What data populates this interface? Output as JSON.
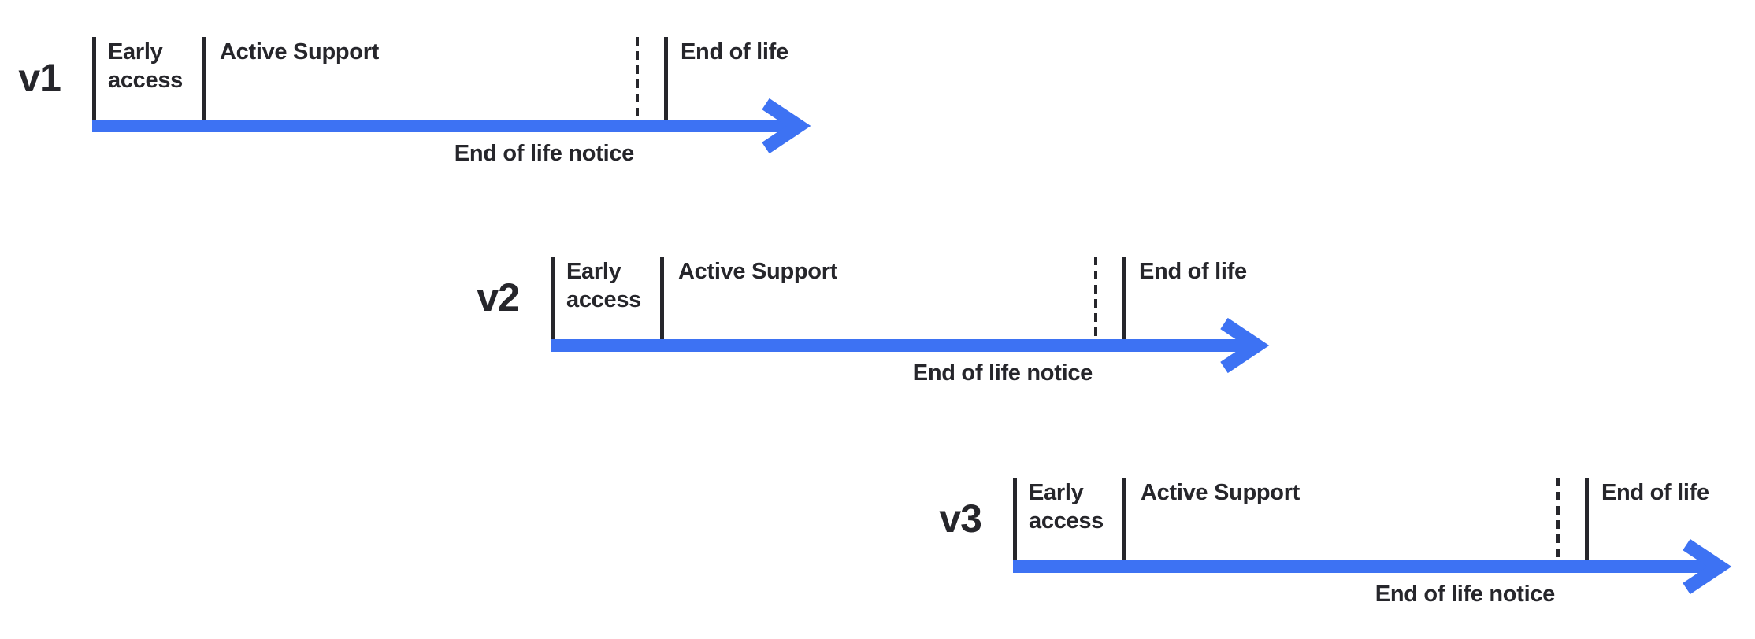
{
  "colors": {
    "arrow": "#3D72F3",
    "ink": "#26262B"
  },
  "timelines": [
    {
      "version": "v1",
      "early_access_line1": "Early",
      "early_access_line2": "access",
      "active_support": "Active Support",
      "end_of_life": "End of life",
      "end_of_life_notice": "End of life notice"
    },
    {
      "version": "v2",
      "early_access_line1": "Early",
      "early_access_line2": "access",
      "active_support": "Active Support",
      "end_of_life": "End of life",
      "end_of_life_notice": "End of life notice"
    },
    {
      "version": "v3",
      "early_access_line1": "Early",
      "early_access_line2": "access",
      "active_support": "Active Support",
      "end_of_life": "End of life",
      "end_of_life_notice": "End of life notice"
    }
  ]
}
